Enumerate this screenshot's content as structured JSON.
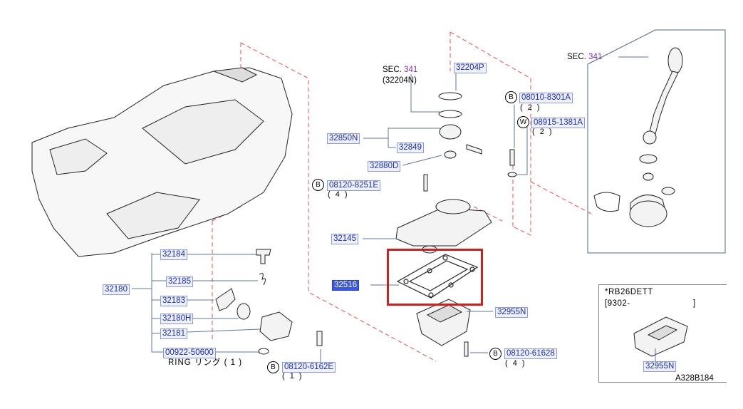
{
  "sec_prefix": "SEC.",
  "sec_341_a": "341",
  "sec_341_b": "341",
  "sec_note": "(32204N)",
  "parts": {
    "p32204P": "32204P",
    "p32850N": "32850N",
    "p32849": "32849",
    "p32880D": "32880D",
    "p08120_8251E": "08120-8251E",
    "p32145": "32145",
    "p32516": "32516",
    "p32955N_a": "32955N",
    "p08120_61628": "08120-61628",
    "p08010_8301A": "08010-8301A",
    "p08915_1381A": "08915-1381A",
    "p32184": "32184",
    "p32185": "32185",
    "p32180": "32180",
    "p32183": "32183",
    "p32180H": "32180H",
    "p32181": "32181",
    "p00922_50600": "00922-50600",
    "p08120_6162E": "08120-6162E",
    "p32955N_b": "32955N"
  },
  "circle_b": "B",
  "circle_w": "W",
  "qty_2a": "( 2 )",
  "qty_2b": "( 2 )",
  "qty_4a": "( 4 )",
  "qty_4b": "( 4 )",
  "qty_1": "( 1 )",
  "ring_text": "RING  リング ( 1 )",
  "inset_title": "*RB26DETT",
  "inset_range": "[9302-",
  "inset_range_end": "]",
  "drawing_id": "A328B184",
  "colors": {
    "highlight": "#d21f1f",
    "partnum": "#1a2fb5",
    "dashed": "#e05050",
    "sec_num": "#7b2fb5"
  }
}
